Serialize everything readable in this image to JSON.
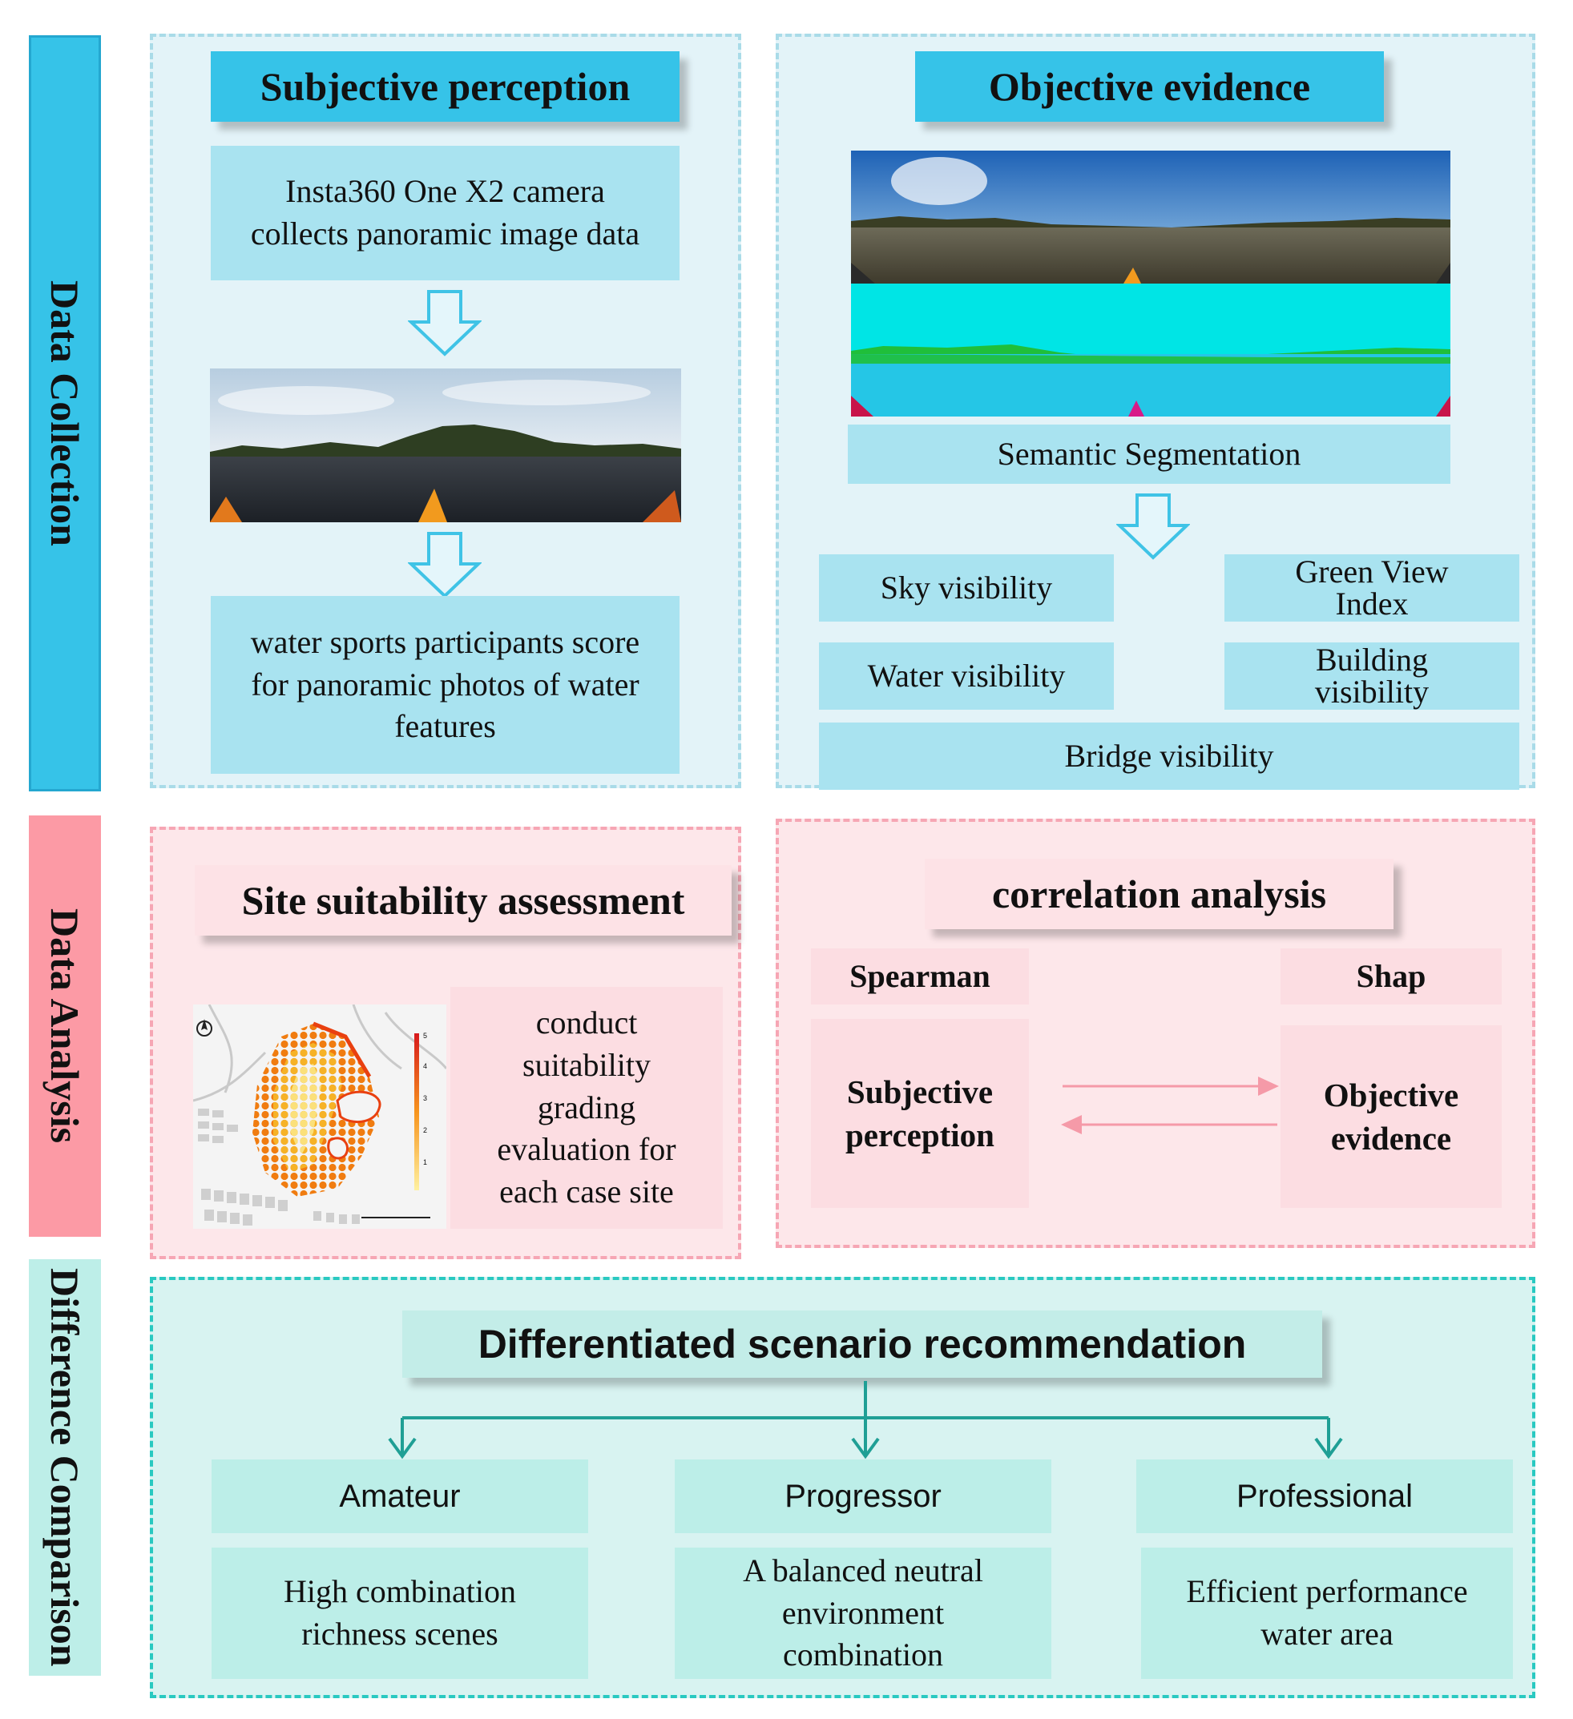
{
  "sections": {
    "collection": "Data Collection",
    "analysis": "Data Analysis",
    "comparison": "Difference Comparison"
  },
  "subjective": {
    "title": "Subjective perception",
    "camera": "Insta360 One X2 camera collects panoramic image data",
    "score": "water sports participants score for panoramic photos of water features"
  },
  "objective": {
    "title": "Objective evidence",
    "segmentation": "Semantic Segmentation",
    "sky": "Sky visibility",
    "green": "Green View Index",
    "water": "Water visibility",
    "building": "Building visibility",
    "bridge": "Bridge visibility"
  },
  "suitability": {
    "title": "Site suitability assessment",
    "desc": "conduct suitability grading evaluation for each case site",
    "legend_ticks": [
      "5",
      "4",
      "3",
      "2",
      "1"
    ]
  },
  "correlation": {
    "title": "correlation analysis",
    "left_method": "Spearman",
    "right_method": "Shap",
    "left_box": "Subjective perception",
    "right_box": "Objective evidence"
  },
  "recommendation": {
    "title": "Differentiated scenario recommendation",
    "groups": [
      {
        "name": "Amateur",
        "desc": "High combination richness scenes"
      },
      {
        "name": "Progressor",
        "desc": "A balanced neutral environment combination"
      },
      {
        "name": "Professional",
        "desc": "Efficient performance water area"
      }
    ]
  },
  "colors": {
    "collection": "#36c3e8",
    "analysis": "#fc9aa5",
    "comparison": "#bdeee8",
    "arrow_blue": "#36c3e8",
    "arrow_pink": "#f59aa8",
    "arrow_teal": "#1f9f95"
  }
}
